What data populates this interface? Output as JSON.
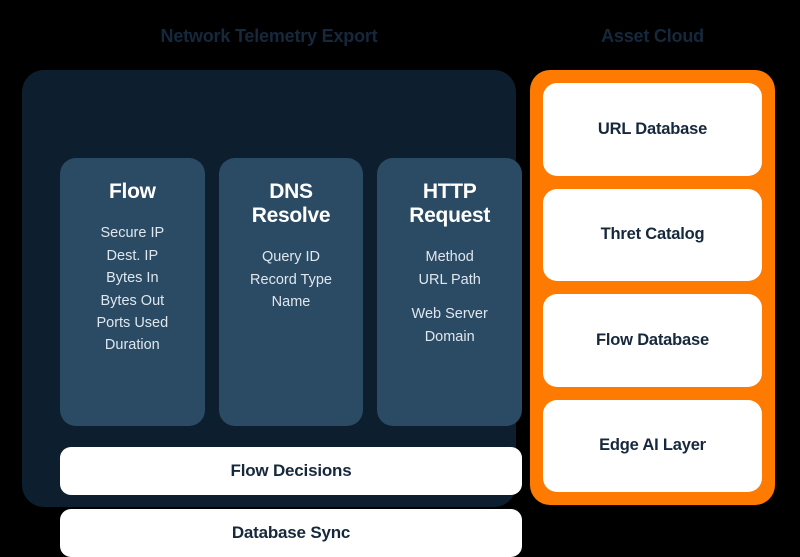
{
  "background_color": "#000000",
  "colors": {
    "panel_dark": "#0d1f2e",
    "card_navy": "#2b4a63",
    "accent_orange": "#ff7a00",
    "text_dark": "#16283c",
    "text_light": "#ffffff",
    "text_muted": "#dfe7ee"
  },
  "left_panel": {
    "title": "Network Telemetry Export",
    "columns": [
      {
        "heading": "Flow",
        "fields": [
          "Secure IP",
          "Dest. IP",
          "Bytes In",
          "Bytes Out",
          "Ports Used",
          "Duration"
        ]
      },
      {
        "heading": "DNS\nResolve",
        "fields": [
          "Query ID",
          "Record Type",
          "Name"
        ]
      },
      {
        "heading": "HTTP\nRequest",
        "fields": [
          "Method",
          "URL Path",
          "Web Server\nDomain"
        ]
      }
    ],
    "bars": [
      {
        "label": "Flow Decisions"
      },
      {
        "label": "Database Sync"
      }
    ]
  },
  "right_panel": {
    "title": "Asset Cloud",
    "cards": [
      {
        "label": "URL Database"
      },
      {
        "label": "Thret Catalog"
      },
      {
        "label": "Flow Database"
      },
      {
        "label": "Edge AI Layer"
      }
    ]
  }
}
